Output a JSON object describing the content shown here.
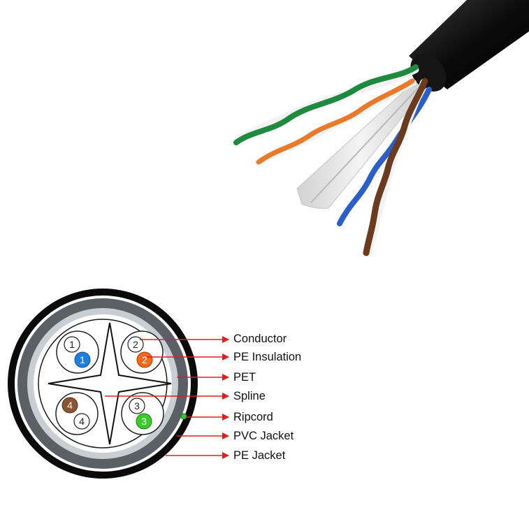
{
  "photo": {
    "subject_icon": "cable-photo-icon",
    "wire_colors": {
      "jacket": "#0c0c0c",
      "green": "#1f8a3e",
      "orange": "#ea7a2a",
      "blue": "#2a5fc9",
      "brown": "#6a3b1f",
      "white": "#f3f3f3",
      "spline": "#e6e6e6"
    }
  },
  "cross_section": {
    "colors": {
      "pe_jacket": "#0a0a0a",
      "pvc_jacket": "#5b6066",
      "pet": "#c9ced4",
      "interior": "#ffffff",
      "spline": "#111111",
      "arrow": "#e01e1e",
      "ripcord": "#2ecc2e"
    },
    "pairs": [
      {
        "white_mark": "1",
        "colored_mark": "1",
        "color": "#1f7fe0"
      },
      {
        "white_mark": "2",
        "colored_mark": "2",
        "color": "#f06a1a"
      },
      {
        "white_mark": "3",
        "colored_mark": "3",
        "color": "#3acb2a"
      },
      {
        "white_mark": "4",
        "colored_mark": "4",
        "color": "#8a5530"
      }
    ],
    "labels": [
      "Conductor",
      "PE Insulation",
      "PET",
      "Spline",
      "Ripcord",
      "PVC Jacket",
      "PE Jacket"
    ]
  }
}
